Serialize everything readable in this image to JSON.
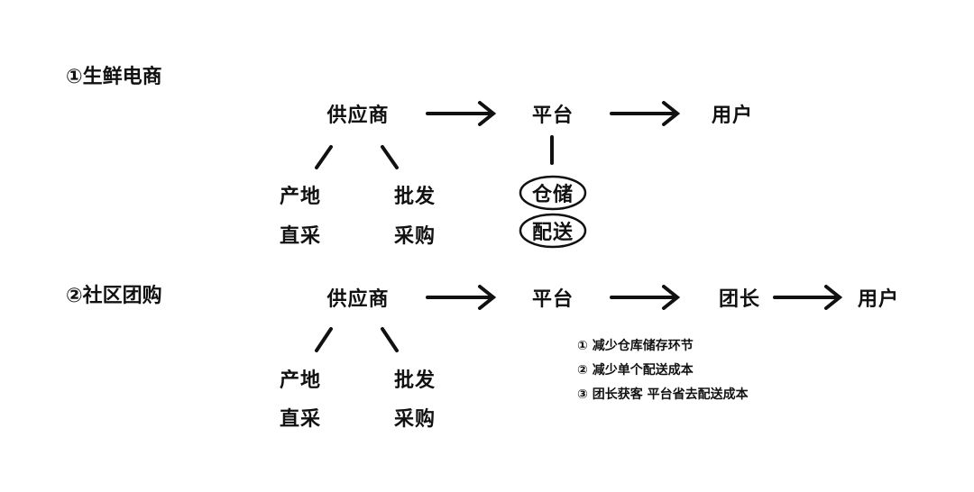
{
  "section1": {
    "title": "①生鲜电商",
    "supplier": "供应商",
    "platform": "平台",
    "user": "用户",
    "source_left": [
      "产地",
      "直采"
    ],
    "source_right": [
      "批发",
      "采购"
    ],
    "platform_functions": [
      "仓储",
      "配送"
    ]
  },
  "section2": {
    "title": "②社区团购",
    "supplier": "供应商",
    "platform": "平台",
    "leader": "团长",
    "user": "用户",
    "source_left": [
      "产地",
      "直采"
    ],
    "source_right": [
      "批发",
      "采购"
    ],
    "notes": [
      "① 减少仓库储存环节",
      "② 减少单个配送成本",
      "③ 团长获客  平台省去配送成本"
    ]
  }
}
